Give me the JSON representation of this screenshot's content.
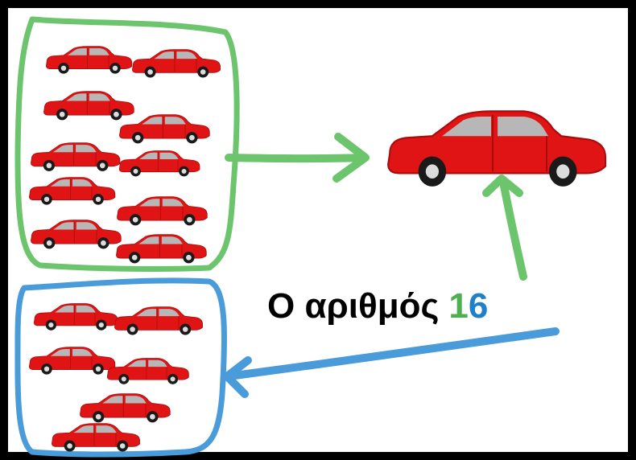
{
  "caption": {
    "text": "Ο αριθμός",
    "digit_tens": "1",
    "digit_units": "6"
  },
  "groups": {
    "tens": {
      "car_count": 10,
      "color": "#6cc56c"
    },
    "units": {
      "car_count": 6,
      "color": "#4a9bd9"
    }
  },
  "colors": {
    "frame": "#000000",
    "car_body": "#e01414",
    "car_body_dark": "#a80c0c",
    "window": "#b7b7b7",
    "wheel": "#1a1a1a",
    "hub": "#dcdcdc",
    "caption_text": "#000000",
    "tens_digit": "#4caf50",
    "units_digit": "#1f7fc8"
  }
}
